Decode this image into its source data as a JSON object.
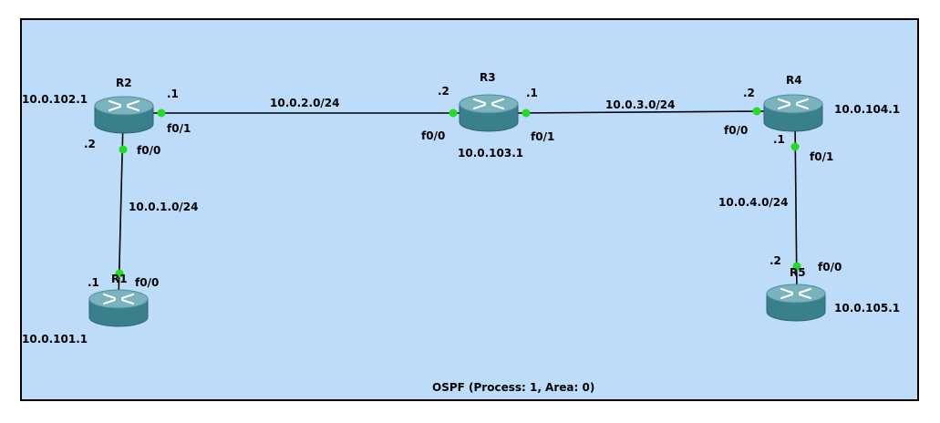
{
  "colors": {
    "background": "#bcdcfa",
    "border": "#000000",
    "link": "#000000",
    "port": "#22dd22",
    "router_top": "#7ab3bd",
    "router_side": "#3a7f8c",
    "router_arrows": "#ffffff"
  },
  "icon": "router-icon",
  "routers": [
    {
      "name": "R1",
      "loopback": "10.0.101.1"
    },
    {
      "name": "R2",
      "loopback": "10.0.102.1"
    },
    {
      "name": "R3",
      "loopback": "10.0.103.1"
    },
    {
      "name": "R4",
      "loopback": "10.0.104.1"
    },
    {
      "name": "R5",
      "loopback": "10.0.105.1"
    }
  ],
  "links": [
    {
      "subnet": "10.0.1.0/24",
      "a": {
        "router": "R2",
        "interface": "f0/0",
        "host": ".2"
      },
      "b": {
        "router": "R1",
        "interface": "f0/0",
        "host": ".1"
      }
    },
    {
      "subnet": "10.0.2.0/24",
      "a": {
        "router": "R2",
        "interface": "f0/1",
        "host": ".1"
      },
      "b": {
        "router": "R3",
        "interface": "f0/0",
        "host": ".2"
      }
    },
    {
      "subnet": "10.0.3.0/24",
      "a": {
        "router": "R3",
        "interface": "f0/1",
        "host": ".1"
      },
      "b": {
        "router": "R4",
        "interface": "f0/0",
        "host": ".2"
      }
    },
    {
      "subnet": "10.0.4.0/24",
      "a": {
        "router": "R4",
        "interface": "f0/1",
        "host": ".1"
      },
      "b": {
        "router": "R5",
        "interface": "f0/0",
        "host": ".2"
      }
    }
  ],
  "caption": "OSPF (Process: 1, Area: 0)"
}
